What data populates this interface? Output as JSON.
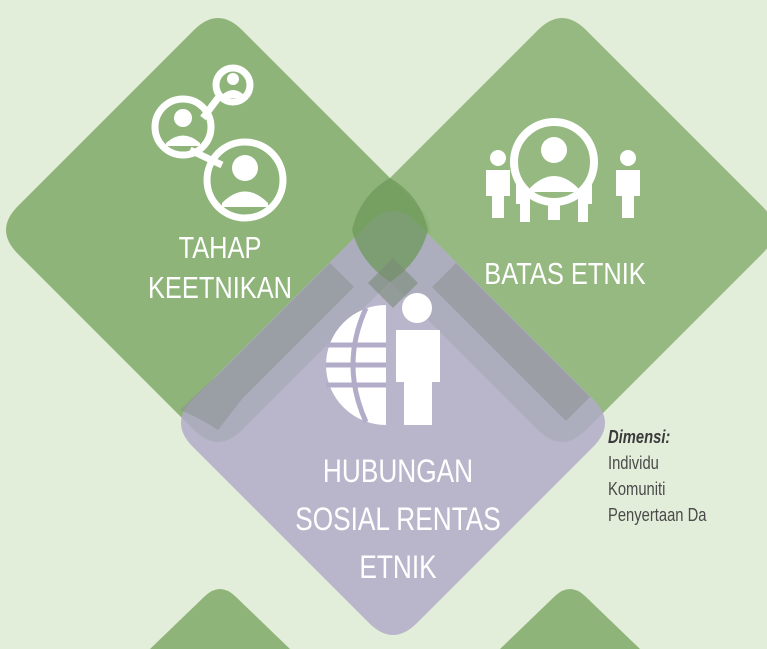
{
  "colors": {
    "background": "#e3eeda",
    "green_diamond": "#8fb47a",
    "purple_diamond": "#b2acc8",
    "overlap_green": "#6e9a5a",
    "overlap_purple": "#8d9192",
    "label_text": "#ffffff",
    "legend_text": "#4a4a4a"
  },
  "diamonds": {
    "tahap": {
      "label_lines": [
        "TAHAP",
        "KEETNIKAN"
      ],
      "icon": "connected-people-icon"
    },
    "batas": {
      "label_lines": [
        "BATAS ETNIK"
      ],
      "icon": "people-magnifier-icon"
    },
    "hubungan": {
      "label_lines": [
        "HUBUNGAN",
        "SOSIAL RENTAS",
        "ETNIK"
      ],
      "icon": "globe-person-icon"
    }
  },
  "legend": {
    "title": "Dimensi:",
    "items": [
      "Individu",
      "Komuniti",
      "Penyertaan Da"
    ]
  }
}
